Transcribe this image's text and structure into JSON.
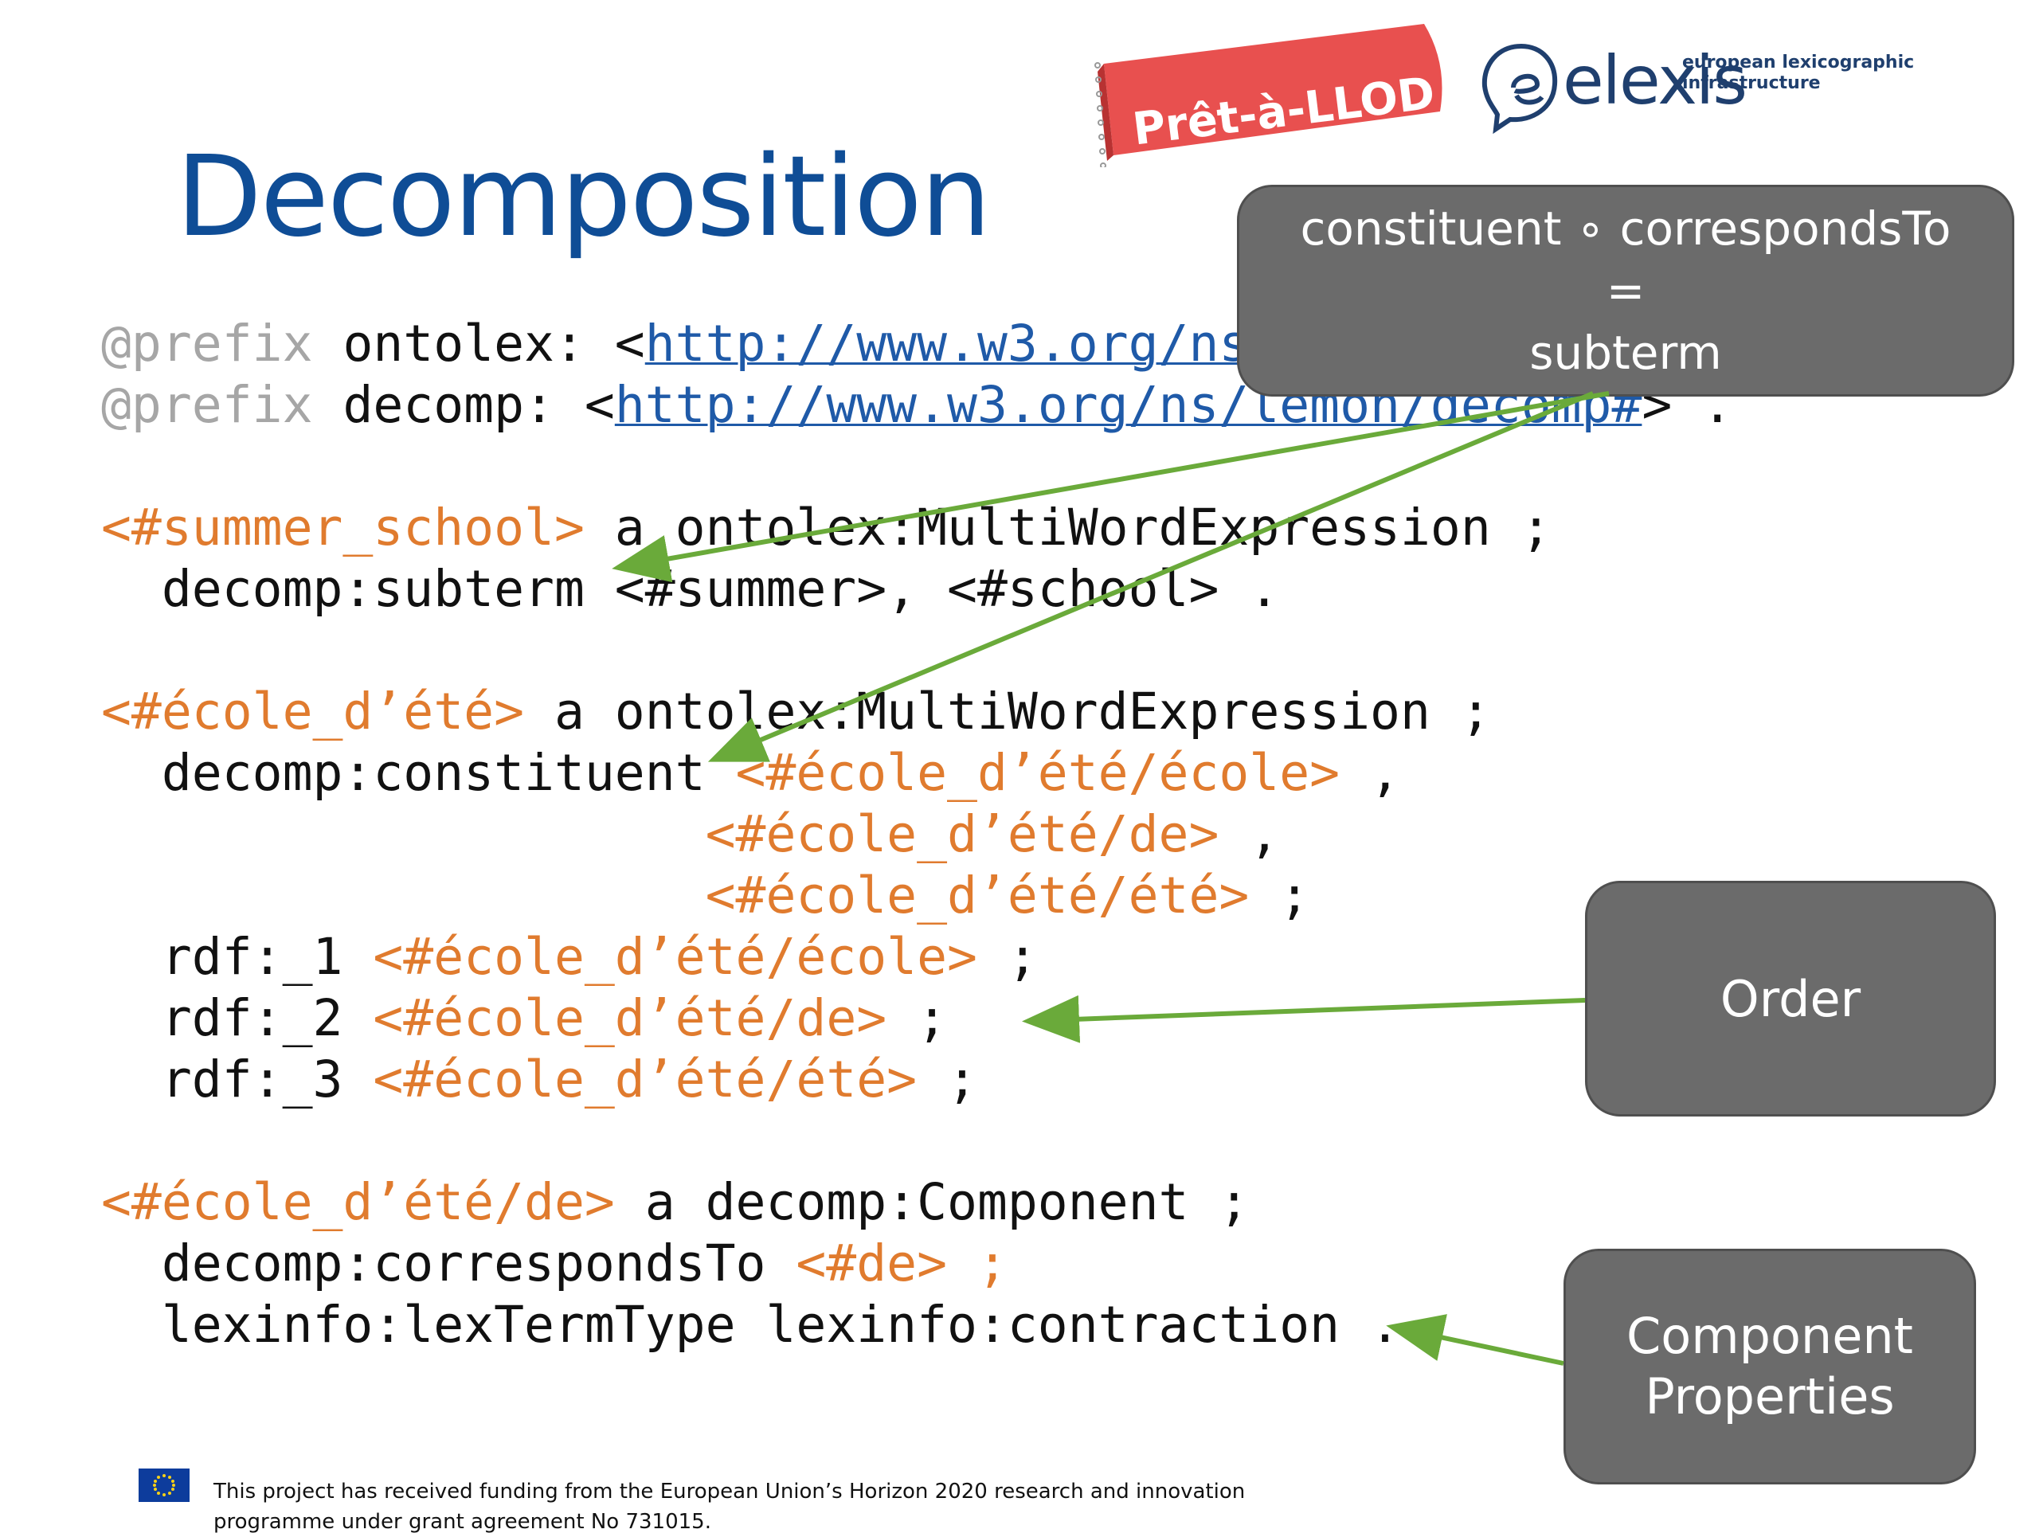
{
  "slide": {
    "title": "Decomposition",
    "logos": {
      "pret_a_llod": "Prêt-à-LLOD",
      "elexis_word": "elexis",
      "elexis_tagline": "european lexicographic\ninfrastructure"
    },
    "code_lines": {
      "l1_kw": "@prefix",
      "l1_rest": " ontolex: <",
      "l1_url": "http://www.w3.org/ns/lemon/ontolex#",
      "l1_end": "> .",
      "l2_kw": "@prefix",
      "l2_rest": " decomp: <",
      "l2_url": "http://www.w3.org/ns/lemon/decomp#",
      "l2_end": "> .",
      "l3_subj": "<#summer_school>",
      "l3_rest": " a ontolex:MultiWordExpression ;",
      "l4": "  decomp:subterm <#summer>, <#school> .",
      "l5_subj": "<#école_d’été>",
      "l5_rest": " a ontolex:MultiWordExpression ;",
      "l6_pred": "  decomp:constituent ",
      "l6_obj": "<#école_d’été/école>",
      "l6_end": " ,",
      "l7_obj": "<#école_d’été/de>",
      "l7_end": " ,",
      "l8_obj": "<#école_d’été/été>",
      "l8_end": " ;",
      "l9_pred": "  rdf:_1 ",
      "l9_obj": "<#école_d’été/école>",
      "l9_end": " ;",
      "l10_pred": "  rdf:_2 ",
      "l10_obj": "<#école_d’été/de>",
      "l10_end": " ;",
      "l11_pred": "  rdf:_3 ",
      "l11_obj": "<#école_d’été/été>",
      "l11_end": " ;",
      "l12_subj": "<#école_d’été/de>",
      "l12_rest": " a decomp:Component ;",
      "l13_pred": "  decomp:correspondsTo ",
      "l13_obj": "<#de> ;",
      "l14": "  lexinfo:lexTermType lexinfo:contraction ."
    },
    "callouts": {
      "first": [
        "constituent ∘ correspondsTo",
        "=",
        "subterm"
      ],
      "order": "Order",
      "component": [
        "Component",
        "Properties"
      ]
    },
    "footer": "This project has received funding from the European Union’s Horizon 2020 research and innovation\nprogramme under grant agreement No 731015.",
    "colors": {
      "title": "#0f4d96",
      "keyword": "#a6a6a6",
      "resource": "#e07b2e",
      "link": "#1f5aa8",
      "callout": "#6b6b6b",
      "arrow": "#6aaa3a"
    }
  }
}
